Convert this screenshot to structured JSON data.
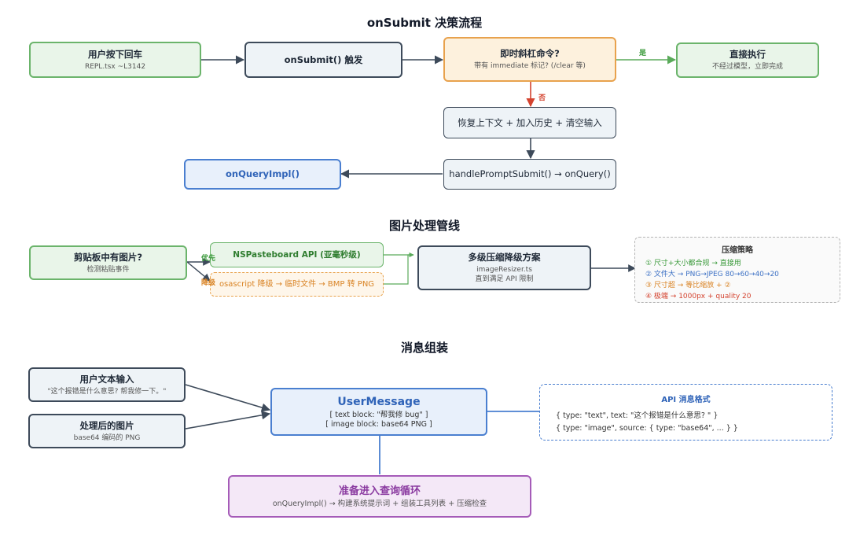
{
  "sections": {
    "submit": "onSubmit 决策流程",
    "image": "图片处理管线",
    "message": "消息组装"
  },
  "submit_flow": {
    "enter": {
      "title": "用户按下回车",
      "sub": "REPL.tsx ~L3142"
    },
    "trigger": {
      "title": "onSubmit() 触发"
    },
    "slash": {
      "title": "即时斜杠命令?",
      "sub": "带有 immediate 标记? (/clear 等)"
    },
    "direct": {
      "title": "直接执行",
      "sub": "不经过模型，立即完成"
    },
    "restore": {
      "title": "恢复上下文 + 加入历史 + 清空输入"
    },
    "handle": {
      "title": "handlePromptSubmit() → onQuery()"
    },
    "query": {
      "title": "onQueryImpl()"
    },
    "yes_label": "是",
    "no_label": "否"
  },
  "image_flow": {
    "clipboard": {
      "title": "剪贴板中有图片?",
      "sub": "检测粘贴事件"
    },
    "primary": {
      "title": "NSPasteboard API (亚毫秒级)"
    },
    "fallback": {
      "title": "osascript 降级 → 临时文件 → BMP 转 PNG"
    },
    "compress": {
      "title": "多级压缩降级方案",
      "sub1": "imageResizer.ts",
      "sub2": "直到满足 API 限制"
    },
    "priority_label": "优先",
    "fallback_label": "降级",
    "strategy": {
      "title": "压缩策略",
      "items": [
        {
          "text": "① 尺寸+大小都合规 → 直接用",
          "color": "#3a9a3a"
        },
        {
          "text": "② 文件大 → PNG→JPEG 80→60→40→20",
          "color": "#3a6fc4"
        },
        {
          "text": "③ 尺寸超 → 等比缩放 + ②",
          "color": "#d98324"
        },
        {
          "text": "④ 极端 → 1000px + quality 20",
          "color": "#d4432f"
        }
      ]
    }
  },
  "message_flow": {
    "text_input": {
      "title": "用户文本输入",
      "sub": "\"这个报错是什么意思? 帮我修一下。\""
    },
    "processed_image": {
      "title": "处理后的图片",
      "sub": "base64 编码的 PNG"
    },
    "user_message": {
      "title": "UserMessage",
      "line1": "[ text block: \"帮我修 bug\" ]",
      "line2": "[ image block: base64 PNG ]"
    },
    "api_format": {
      "title": "API 消息格式",
      "line1": "{ type: \"text\", text: \"这个报错是什么意思? \" }",
      "line2": "{ type: \"image\", source: { type: \"base64\", ... } }"
    },
    "ready": {
      "title": "准备进入查询循环",
      "sub": "onQueryImpl() → 构建系统提示词 + 组装工具列表 + 压缩检查"
    }
  },
  "colors": {
    "green": "#6bb46b",
    "slate": "#3d4a5a",
    "orange": "#e8a24d",
    "blue": "#4a7fd0",
    "purple": "#a55bb8",
    "red": "#d4432f"
  }
}
